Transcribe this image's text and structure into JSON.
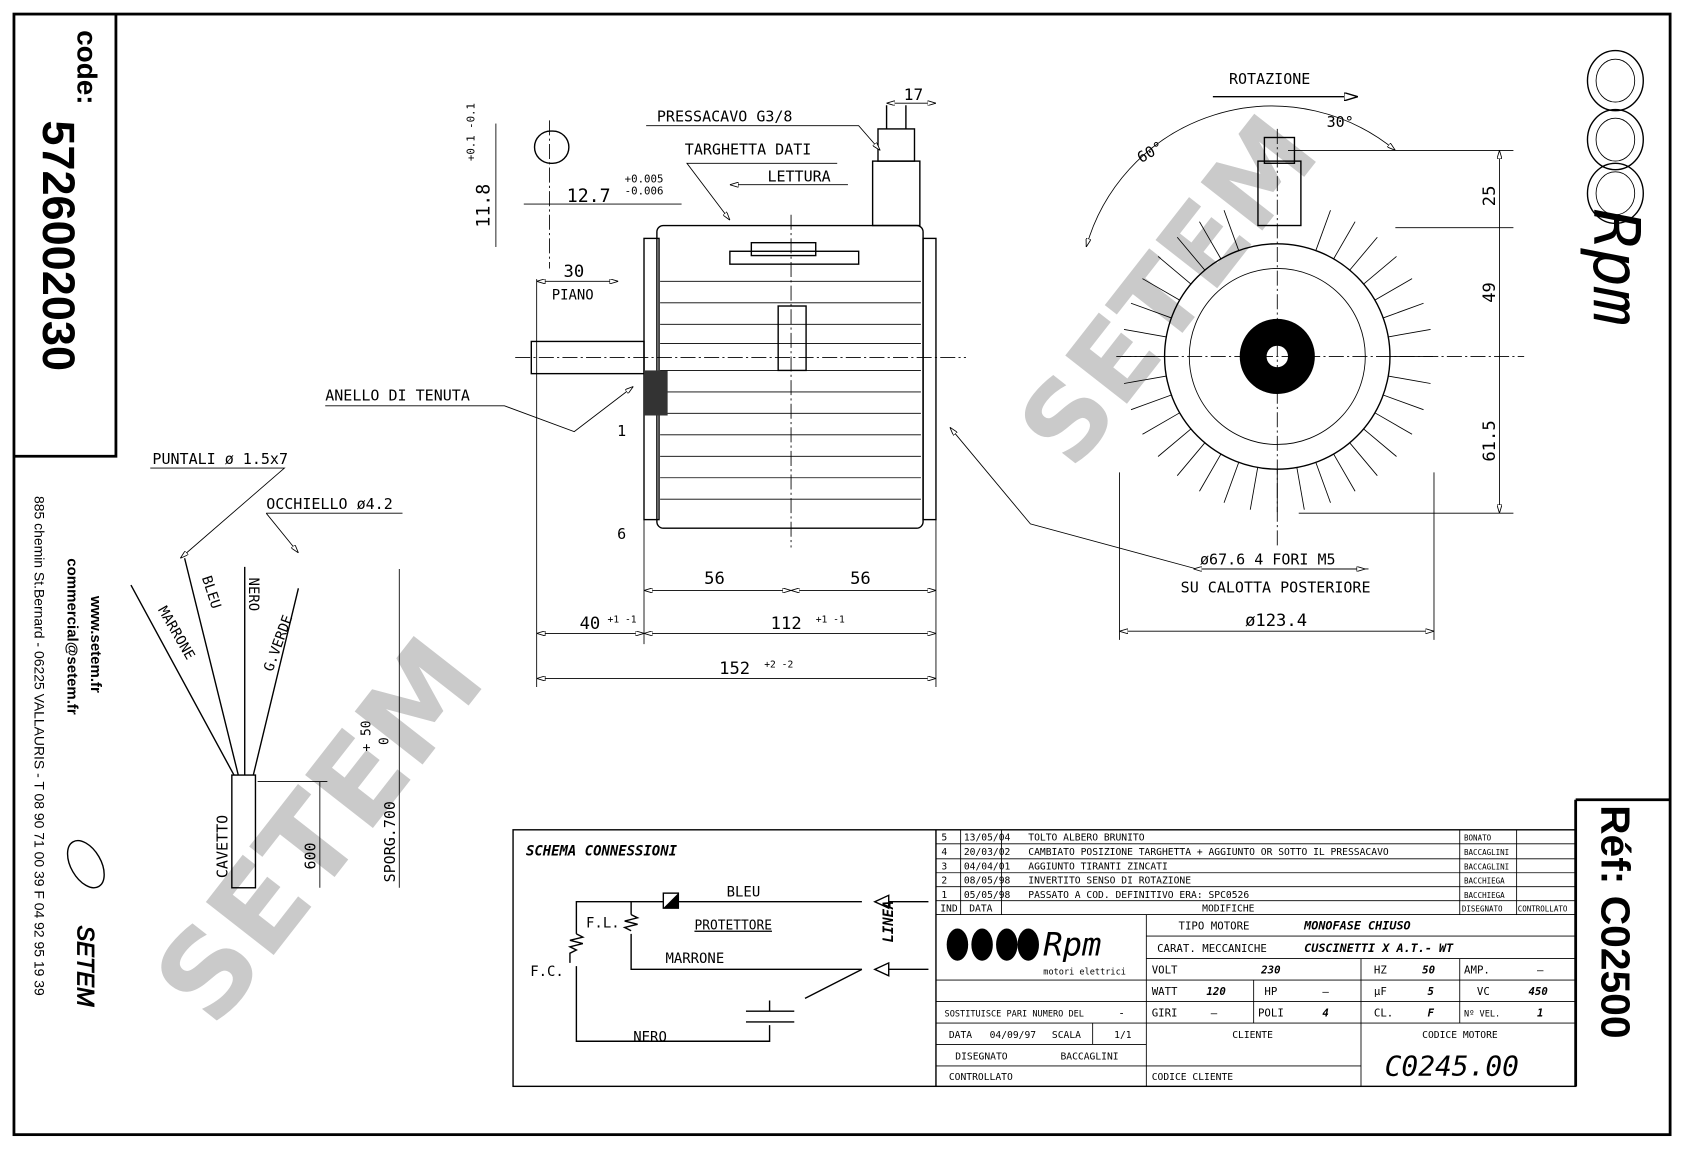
{
  "sheet": {
    "code_label": "code:",
    "code": "5726002030",
    "ref": "Réf: C02500",
    "address": "885 chemin St.Bernard  -  06225 VALLAURIS  -  T 08 90 71 00 39   F 04 92 95 19 39",
    "email": "commercial@setem.fr",
    "web": "www.setem.fr",
    "setem_logo": "SETEM",
    "rpm_logo": "Rpm",
    "watermark": "SETEM"
  },
  "side_view": {
    "pressacavo": "PRESSACAVO G3/8",
    "targhetta": "TARGHETTA DATI",
    "lettura": "LETTURA",
    "dim_17": "17",
    "shaft_dia": "12.7",
    "shaft_tol_plus": "+0.005",
    "shaft_tol_minus": "-0.006",
    "flat": "11.8",
    "flat_tol": "+0.1 -0.1",
    "dim_30": "30",
    "piano": "PIANO",
    "anello": "ANELLO DI TENUTA",
    "dim_1": "1",
    "dim_6": "6",
    "dim_56a": "56",
    "dim_56b": "56",
    "dim_40": "40",
    "tol_40": "+1 -1",
    "dim_112": "112",
    "tol_112": "+1 -1",
    "dim_152": "152",
    "tol_152": "+2 -2"
  },
  "front_view": {
    "rotazione": "ROTAZIONE",
    "angle_60": "60°",
    "angle_30": "30°",
    "dim_25": "25",
    "dim_49": "49",
    "dim_61_5": "61.5",
    "holes": "ø67.6 4 FORI M5",
    "holes_note": "SU CALOTTA POSTERIORE",
    "dia": "ø123.4"
  },
  "cable": {
    "puntali": "PUNTALI ø 1.5x7",
    "occhiello": "OCCHIELLO ø4.2",
    "wires": [
      "MARRONE",
      "BLEU",
      "NERO",
      "G.VERDE"
    ],
    "cavetto": "CAVETTO",
    "len": "600",
    "sporg": "SPORG.700",
    "tol_plus": "+ 50",
    "tol_zero": "0"
  },
  "schema": {
    "title": "SCHEMA CONNESSIONI",
    "bleu": "BLEU",
    "protettore": "PROTETTORE",
    "fl": "F.L.",
    "fc": "F.C.",
    "marrone": "MARRONE",
    "nero": "NERO",
    "linea": "LINEA"
  },
  "revisions": {
    "headers": {
      "ind": "IND",
      "data": "DATA",
      "modifiche": "MODIFICHE",
      "disegnato": "DISEGNATO",
      "controllato": "CONTROLLATO"
    },
    "rows": [
      {
        "ind": "5",
        "date": "13/05/04",
        "text": "TOLTO ALBERO BRUNITO",
        "by": "BONATO"
      },
      {
        "ind": "4",
        "date": "20/03/02",
        "text": "CAMBIATO POSIZIONE TARGHETTA + AGGIUNTO OR SOTTO IL PRESSACAVO",
        "by": "BACCAGLINI"
      },
      {
        "ind": "3",
        "date": "04/04/01",
        "text": "AGGIUNTO TIRANTI ZINCATI",
        "by": "BACCAGLINI"
      },
      {
        "ind": "2",
        "date": "08/05/98",
        "text": "INVERTITO SENSO DI ROTAZIONE",
        "by": "BACCHIEGA"
      },
      {
        "ind": "1",
        "date": "05/05/98",
        "text": "PASSATO A COD. DEFINITIVO ERA: SPC0526",
        "by": "BACCHIEGA"
      }
    ]
  },
  "title_block": {
    "logo": "Rpm",
    "logo_sub": "motori elettrici",
    "tipo_label": "TIPO MOTORE",
    "tipo": "MONOFASE CHIUSO",
    "carat_label": "CARAT. MECCANICHE",
    "carat": "CUSCINETTI X A.T.- WT",
    "volt_label": "VOLT",
    "volt": "230",
    "hz_label": "HZ",
    "hz": "50",
    "amp_label": "AMP.",
    "amp": "–",
    "watt_label": "WATT",
    "watt": "120",
    "hp_label": "HP",
    "hp": "–",
    "uf_label": "µF",
    "uf": "5",
    "vc_label": "VC",
    "vc": "450",
    "giri_label": "GIRI",
    "giri": "–",
    "poli_label": "POLI",
    "poli": "4",
    "cl_label": "CL.",
    "cl": "F",
    "vel_label": "Nº VEL.",
    "vel": "1",
    "sostituisce_label": "SOSTITUISCE PARI NUMERO DEL",
    "sostituisce": "-",
    "data_label": "DATA",
    "data": "04/09/97",
    "scala_label": "SCALA",
    "scala": "1/1",
    "disegnato_label": "DISEGNATO",
    "disegnato": "BACCAGLINI",
    "controllato_label": "CONTROLLATO",
    "cliente_label": "CLIENTE",
    "codice_cliente_label": "CODICE CLIENTE",
    "codice_motore_label": "CODICE MOTORE",
    "codice_motore": "C0245.00"
  }
}
